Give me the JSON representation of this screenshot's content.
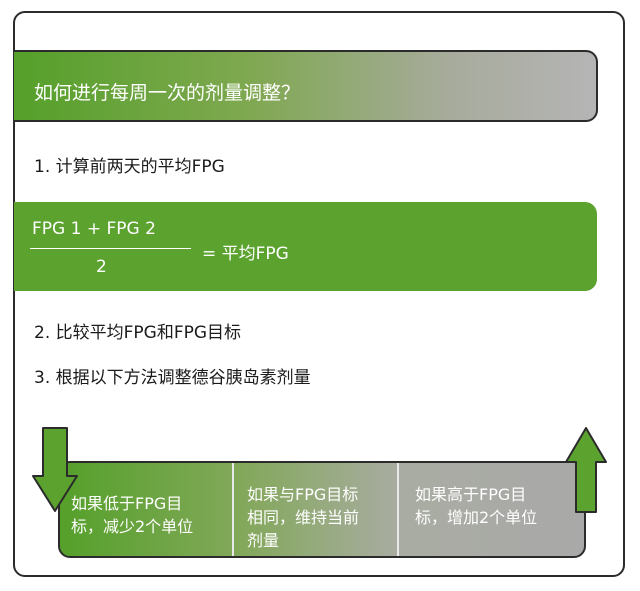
{
  "header": {
    "title": "如何进行每周一次的剂量调整？"
  },
  "steps": {
    "step1": "1. 计算前两天的平均FPG",
    "step2": "2. 比较平均FPG和FPG目标",
    "step3": "3. 根据以下方法调整德谷胰岛素剂量"
  },
  "formula": {
    "numerator": "FPG 1 + FPG 2",
    "denominator": "2",
    "result": "= 平均FPG"
  },
  "adjustments": [
    {
      "line1": "如果低于FPG目",
      "line2": "标，减少2个单位"
    },
    {
      "line1": "如果与FPG目标",
      "line2": "相同，维持当前",
      "line3": "剂量"
    },
    {
      "line1": "如果高于FPG目",
      "line2": "标，增加2个单位"
    }
  ],
  "colors": {
    "green": "#5ba22e",
    "gray": "#a9a9a9",
    "border": "#2b2b2b"
  }
}
